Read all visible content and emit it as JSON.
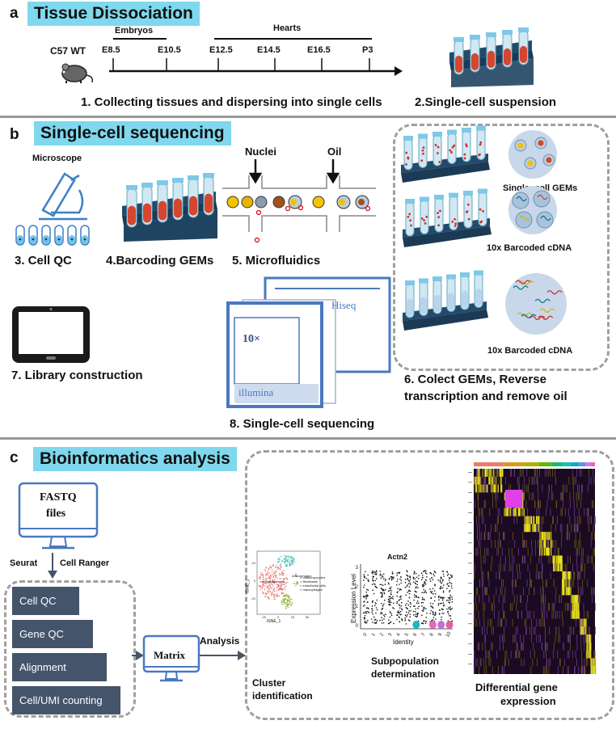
{
  "panels": {
    "a": {
      "letter": "a",
      "title": "Tissue Dissociation",
      "mouse_label": "C57 WT",
      "group_embryos": "Embryos",
      "group_hearts": "Hearts",
      "timepoints": [
        "E8.5",
        "E10.5",
        "E12.5",
        "E14.5",
        "E16.5",
        "P3"
      ],
      "step1": "1. Collecting tissues and dispersing into single cells",
      "step2": "2.Single-cell suspension"
    },
    "b": {
      "letter": "b",
      "title": "Single-cell sequencing",
      "microscope_label": "Microscope",
      "step3": "3. Cell QC",
      "step4": "4.Barcoding GEMs",
      "step5": "5. Microfluidics",
      "nuclei_label": "Nuclei",
      "oil_label": "Oil",
      "step6": "6. Colect GEMs, Reverse transcription and remove oil",
      "gems_label": "Single- cell GEMs",
      "cdna_label_1": "10x Barcoded cDNA",
      "cdna_label_2": "10x Barcoded cDNA",
      "step7": "7. Library construction",
      "hiseq_label": "Hiseq",
      "tenx_label": "10×",
      "illumina_label": "illumina",
      "step8": "8. Single-cell sequencing"
    },
    "c": {
      "letter": "c",
      "title": "Bioinformatics analysis",
      "fastq_label_1": "FASTQ",
      "fastq_label_2": "files",
      "seurat_label": "Seurat",
      "cellranger_label": "Cell Ranger",
      "pipeline": [
        "Cell QC",
        "Gene QC",
        "Alignment",
        "Cell/UMI counting"
      ],
      "matrix_label": "Matrix",
      "analysis_label": "Analysis",
      "cluster_label_1": "Cluster",
      "cluster_label_2": "identification",
      "subpop_label_1": "Subpopulation",
      "subpop_label_2": "determination",
      "deg_label_1": "Differential gene",
      "deg_label_2": "expression",
      "tsne": {
        "xlabel": "tSNE_1",
        "ylabel": "tSNE_2",
        "xticks": [
          "-25",
          "0",
          "25",
          "50"
        ],
        "yticks": [
          "20",
          "0",
          "-20"
        ],
        "legend": [
          "cardiomyocytes",
          "fibroblasts",
          "endothelial cells",
          "macrophages"
        ],
        "colors": [
          "#e8706a",
          "#8fae2b",
          "#32b5b0",
          "#b07ad8"
        ]
      },
      "violin": {
        "title": "Actn2",
        "ylabel": "Expression Level",
        "xlabel": "Identity",
        "yticks": [
          "3",
          "2",
          "1",
          "0"
        ],
        "categories": [
          "0",
          "1",
          "2",
          "3",
          "4",
          "5",
          "6",
          "7",
          "8",
          "9",
          "10"
        ]
      }
    }
  }
}
